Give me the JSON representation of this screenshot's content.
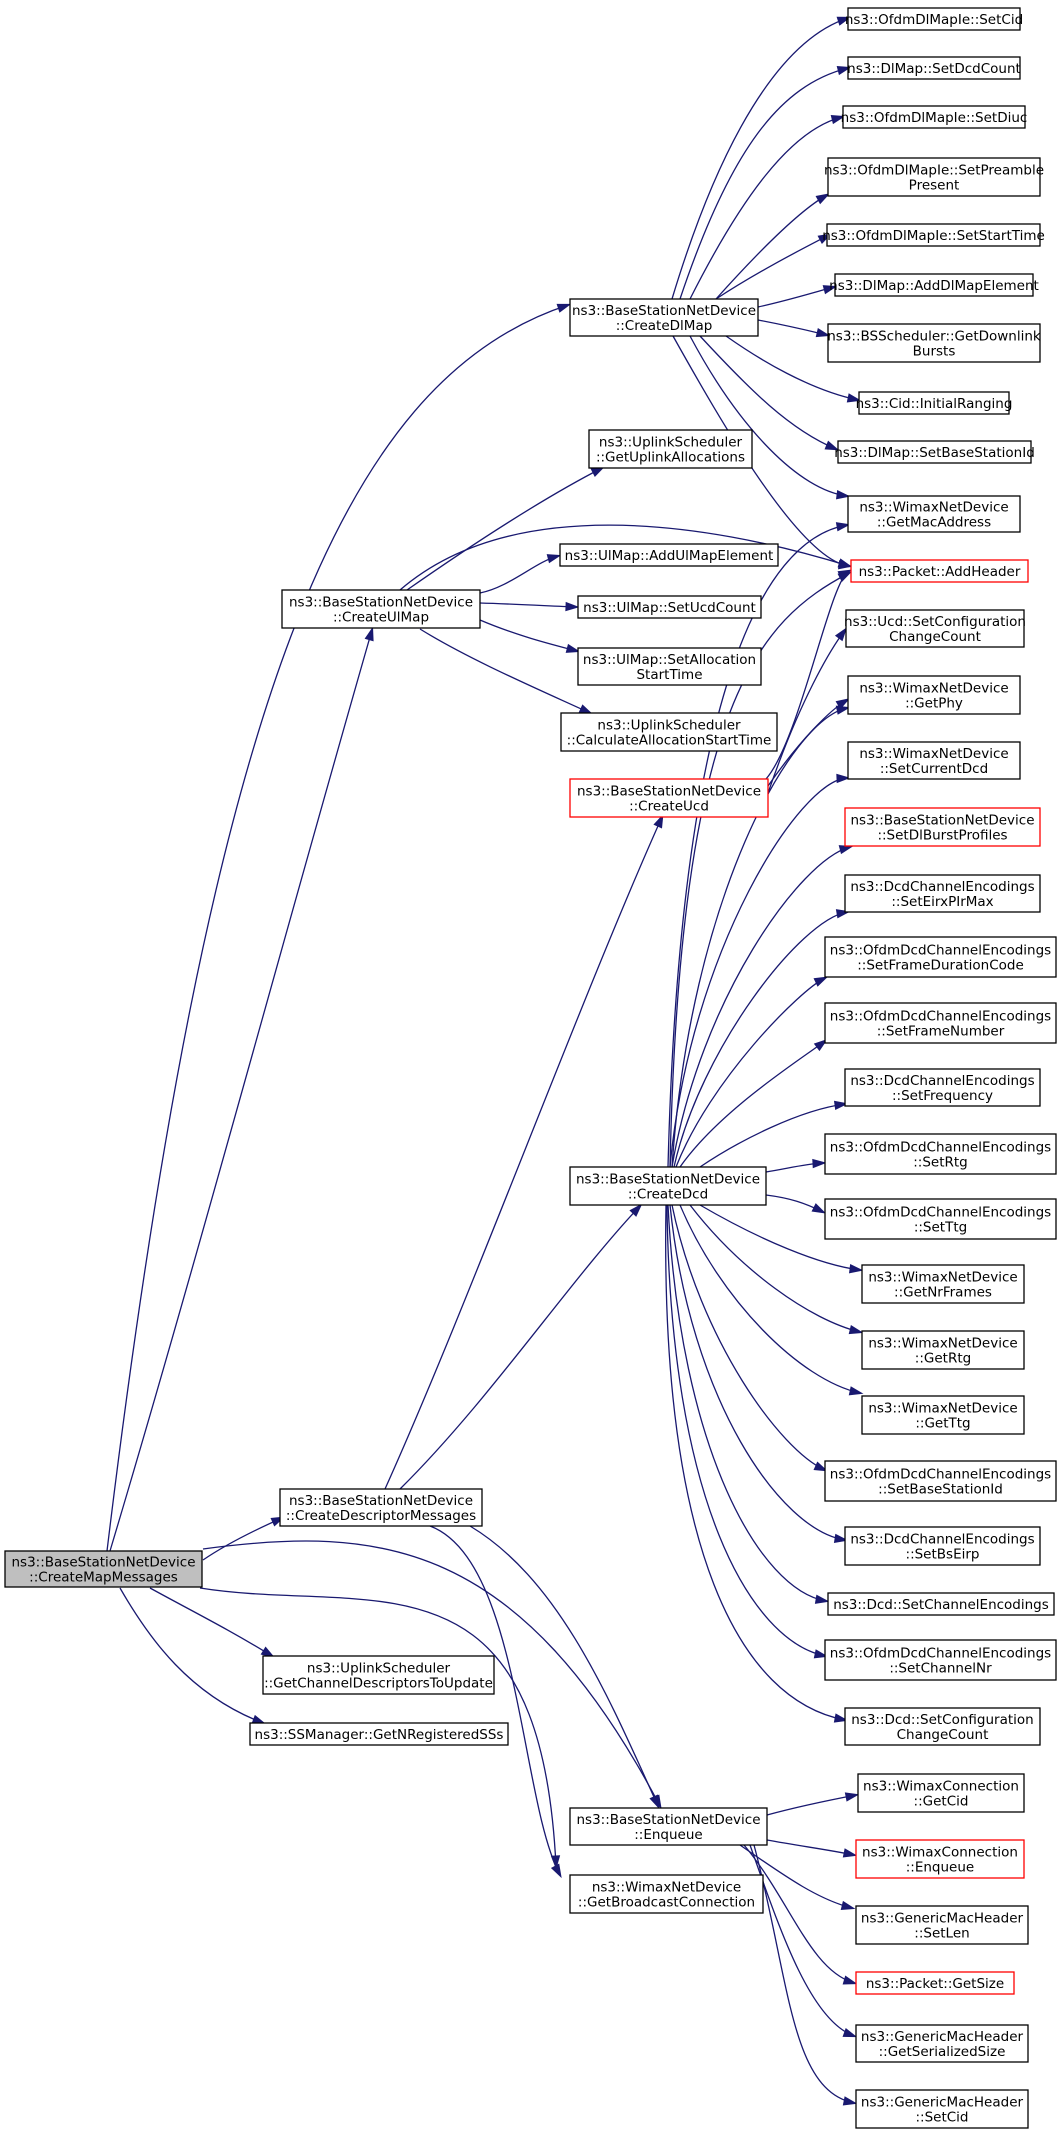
{
  "colors": {
    "edge": "#191970",
    "node_border": "#000000",
    "node_border_undocumented": "#ff0000",
    "root_fill": "#bfbfbf"
  },
  "nodes": [
    {
      "id": "root",
      "lines": [
        "ns3::BaseStationNetDevice",
        "::CreateMapMessages"
      ],
      "kind": "root"
    },
    {
      "id": "createDlMap",
      "lines": [
        "ns3::BaseStationNetDevice",
        "::CreateDlMap"
      ],
      "kind": "normal"
    },
    {
      "id": "createUlMap",
      "lines": [
        "ns3::BaseStationNetDevice",
        "::CreateUlMap"
      ],
      "kind": "normal"
    },
    {
      "id": "createDescMsgs",
      "lines": [
        "ns3::BaseStationNetDevice",
        "::CreateDescriptorMessages"
      ],
      "kind": "normal"
    },
    {
      "id": "getChanDesc",
      "lines": [
        "ns3::UplinkScheduler",
        "::GetChannelDescriptorsToUpdate"
      ],
      "kind": "normal"
    },
    {
      "id": "getNRegSS",
      "lines": [
        "ns3::SSManager::GetNRegisteredSSs"
      ],
      "kind": "normal"
    },
    {
      "id": "getUplinkAlloc",
      "lines": [
        "ns3::UplinkScheduler",
        "::GetUplinkAllocations"
      ],
      "kind": "normal"
    },
    {
      "id": "ulAddElem",
      "lines": [
        "ns3::UlMap::AddUlMapElement"
      ],
      "kind": "normal"
    },
    {
      "id": "ulSetUcdCount",
      "lines": [
        "ns3::UlMap::SetUcdCount"
      ],
      "kind": "normal"
    },
    {
      "id": "ulSetAllocStart",
      "lines": [
        "ns3::UlMap::SetAllocation",
        "StartTime"
      ],
      "kind": "normal"
    },
    {
      "id": "calcAllocStart",
      "lines": [
        "ns3::UplinkScheduler",
        "::CalculateAllocationStartTime"
      ],
      "kind": "normal"
    },
    {
      "id": "createUcd",
      "lines": [
        "ns3::BaseStationNetDevice",
        "::CreateUcd"
      ],
      "kind": "undocumented"
    },
    {
      "id": "createDcd",
      "lines": [
        "ns3::BaseStationNetDevice",
        "::CreateDcd"
      ],
      "kind": "normal"
    },
    {
      "id": "enqueue",
      "lines": [
        "ns3::BaseStationNetDevice",
        "::Enqueue"
      ],
      "kind": "normal"
    },
    {
      "id": "getBcastConn",
      "lines": [
        "ns3::WimaxNetDevice",
        "::GetBroadcastConnection"
      ],
      "kind": "normal"
    },
    {
      "id": "dlSetCid",
      "lines": [
        "ns3::OfdmDlMapIe::SetCid"
      ],
      "kind": "normal"
    },
    {
      "id": "dlSetDcdCount",
      "lines": [
        "ns3::DlMap::SetDcdCount"
      ],
      "kind": "normal"
    },
    {
      "id": "dlSetDiuc",
      "lines": [
        "ns3::OfdmDlMapIe::SetDiuc"
      ],
      "kind": "normal"
    },
    {
      "id": "dlSetPreamble",
      "lines": [
        "ns3::OfdmDlMapIe::SetPreamble",
        "Present"
      ],
      "kind": "normal"
    },
    {
      "id": "dlSetStart",
      "lines": [
        "ns3::OfdmDlMapIe::SetStartTime"
      ],
      "kind": "normal"
    },
    {
      "id": "dlAddElem",
      "lines": [
        "ns3::DlMap::AddDlMapElement"
      ],
      "kind": "normal"
    },
    {
      "id": "bsGetDlBursts",
      "lines": [
        "ns3::BSScheduler::GetDownlink",
        "Bursts"
      ],
      "kind": "normal"
    },
    {
      "id": "cidInitRanging",
      "lines": [
        "ns3::Cid::InitialRanging"
      ],
      "kind": "normal"
    },
    {
      "id": "dlSetBsId",
      "lines": [
        "ns3::DlMap::SetBaseStationId"
      ],
      "kind": "normal"
    },
    {
      "id": "getMacAddr",
      "lines": [
        "ns3::WimaxNetDevice",
        "::GetMacAddress"
      ],
      "kind": "normal"
    },
    {
      "id": "pktAddHeader",
      "lines": [
        "ns3::Packet::AddHeader"
      ],
      "kind": "undocumented"
    },
    {
      "id": "ucdSetCfg",
      "lines": [
        "ns3::Ucd::SetConfiguration",
        "ChangeCount"
      ],
      "kind": "normal"
    },
    {
      "id": "getPhy",
      "lines": [
        "ns3::WimaxNetDevice",
        "::GetPhy"
      ],
      "kind": "normal"
    },
    {
      "id": "setCurDcd",
      "lines": [
        "ns3::WimaxNetDevice",
        "::SetCurrentDcd"
      ],
      "kind": "normal"
    },
    {
      "id": "setDlBurst",
      "lines": [
        "ns3::BaseStationNetDevice",
        "::SetDlBurstProfiles"
      ],
      "kind": "undocumented"
    },
    {
      "id": "setEirx",
      "lines": [
        "ns3::DcdChannelEncodings",
        "::SetEirxPIrMax"
      ],
      "kind": "normal"
    },
    {
      "id": "setFrameDur",
      "lines": [
        "ns3::OfdmDcdChannelEncodings",
        "::SetFrameDurationCode"
      ],
      "kind": "normal"
    },
    {
      "id": "setFrameNum",
      "lines": [
        "ns3::OfdmDcdChannelEncodings",
        "::SetFrameNumber"
      ],
      "kind": "normal"
    },
    {
      "id": "setFreq",
      "lines": [
        "ns3::DcdChannelEncodings",
        "::SetFrequency"
      ],
      "kind": "normal"
    },
    {
      "id": "setRtg",
      "lines": [
        "ns3::OfdmDcdChannelEncodings",
        "::SetRtg"
      ],
      "kind": "normal"
    },
    {
      "id": "setTtg",
      "lines": [
        "ns3::OfdmDcdChannelEncodings",
        "::SetTtg"
      ],
      "kind": "normal"
    },
    {
      "id": "getNrFrames",
      "lines": [
        "ns3::WimaxNetDevice",
        "::GetNrFrames"
      ],
      "kind": "normal"
    },
    {
      "id": "getRtg",
      "lines": [
        "ns3::WimaxNetDevice",
        "::GetRtg"
      ],
      "kind": "normal"
    },
    {
      "id": "getTtg",
      "lines": [
        "ns3::WimaxNetDevice",
        "::GetTtg"
      ],
      "kind": "normal"
    },
    {
      "id": "setBsId",
      "lines": [
        "ns3::OfdmDcdChannelEncodings",
        "::SetBaseStationId"
      ],
      "kind": "normal"
    },
    {
      "id": "setBsEirp",
      "lines": [
        "ns3::DcdChannelEncodings",
        "::SetBsEirp"
      ],
      "kind": "normal"
    },
    {
      "id": "dcdSetChanEnc",
      "lines": [
        "ns3::Dcd::SetChannelEncodings"
      ],
      "kind": "normal"
    },
    {
      "id": "setChanNr",
      "lines": [
        "ns3::OfdmDcdChannelEncodings",
        "::SetChannelNr"
      ],
      "kind": "normal"
    },
    {
      "id": "dcdSetCfg",
      "lines": [
        "ns3::Dcd::SetConfiguration",
        "ChangeCount"
      ],
      "kind": "normal"
    },
    {
      "id": "wcGetCid",
      "lines": [
        "ns3::WimaxConnection",
        "::GetCid"
      ],
      "kind": "normal"
    },
    {
      "id": "wcEnqueue",
      "lines": [
        "ns3::WimaxConnection",
        "::Enqueue"
      ],
      "kind": "undocumented"
    },
    {
      "id": "gmhSetLen",
      "lines": [
        "ns3::GenericMacHeader",
        "::SetLen"
      ],
      "kind": "normal"
    },
    {
      "id": "pktGetSize",
      "lines": [
        "ns3::Packet::GetSize"
      ],
      "kind": "undocumented"
    },
    {
      "id": "gmhGetSerSize",
      "lines": [
        "ns3::GenericMacHeader",
        "::GetSerializedSize"
      ],
      "kind": "normal"
    },
    {
      "id": "gmhSetCid",
      "lines": [
        "ns3::GenericMacHeader",
        "::SetCid"
      ],
      "kind": "normal"
    }
  ]
}
